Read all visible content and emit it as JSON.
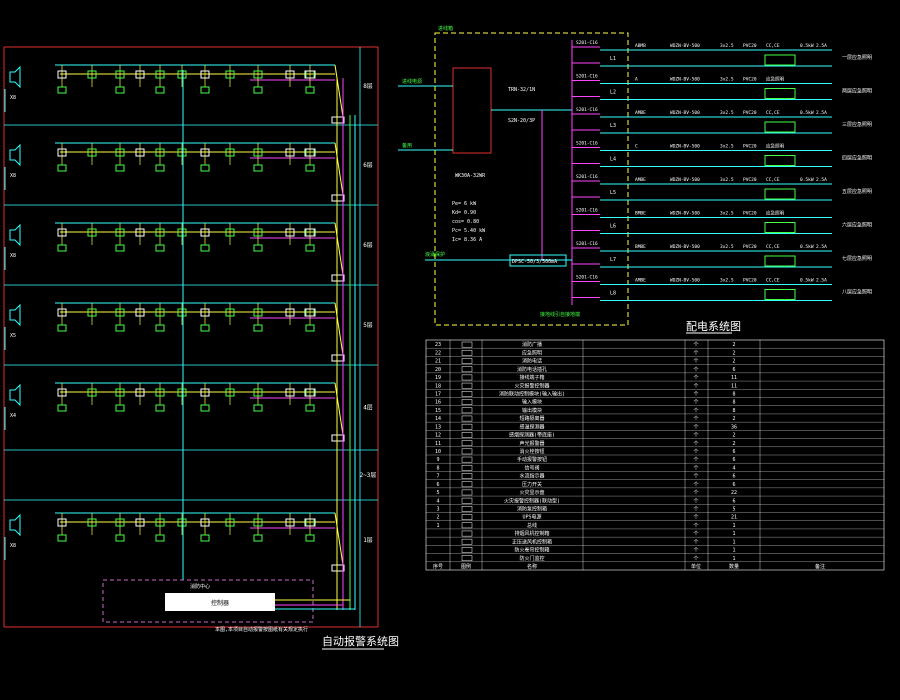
{
  "titles": {
    "alarm_system": "自动报警系统图",
    "power_system": "配电系统图",
    "footer_note": "本图,本项目自动报警按图纸有关规定执行"
  },
  "colors": {
    "background": "#000000",
    "frame": "#e03030",
    "bus": "#33ffff",
    "module": "#44ff44",
    "yellow": "#ffff44",
    "magenta": "#ff44ff",
    "white": "#ffffff",
    "dash": "#cc66cc"
  },
  "alarm": {
    "floor_labels": [
      "8层",
      "6层",
      "6层",
      "5层",
      "4层",
      "2~3层",
      "1层"
    ],
    "speaker_labels": [
      "X8",
      "X8",
      "X8",
      "X5",
      "X4",
      "",
      "X8"
    ],
    "host_label": "控制器",
    "bottom_label": "消防中心"
  },
  "panel": {
    "header_label": "进线箱",
    "model": "WK30A-32WR",
    "params": [
      "Pe= 6 kW",
      "Kd= 0.90",
      "cos= 0.80",
      "Pc= 5.40 kW",
      "Ic= 8.36 A"
    ],
    "inputs": [
      "进线电源",
      "备用"
    ],
    "main_breaker": "TRN-32/1N",
    "main_breaker_spec": "S2N-20/3P",
    "spd": "DPSC-50/3/500mA",
    "spd_note": "浪涌保护",
    "bottom_note": "接地线引自接地端",
    "breaker_label": "S201-C16"
  },
  "circuits": [
    {
      "id": "L1",
      "a": "ABMB",
      "b": "WDZN-BV-500",
      "c": "3x2.5",
      "d": "PVC20",
      "e": "CC,CE",
      "f": "0.5kW",
      "g": "2.5A",
      "dest": "一层应急照明"
    },
    {
      "id": "L2",
      "a": "A",
      "b": "WDZN-BV-500",
      "c": "3x2.5",
      "d": "PVC20",
      "e": "应急照明",
      "f": "",
      "g": "",
      "dest": "两层应急照明"
    },
    {
      "id": "L3",
      "a": "AMBE",
      "b": "WDZN-BV-500",
      "c": "3x2.5",
      "d": "PVC20",
      "e": "CC,CE",
      "f": "0.5kW",
      "g": "2.5A",
      "dest": "三层应急照明"
    },
    {
      "id": "L4",
      "a": "C",
      "b": "WDZN-BV-500",
      "c": "3x2.5",
      "d": "PVC20",
      "e": "应急照明",
      "f": "",
      "g": "",
      "dest": "四层应急照明"
    },
    {
      "id": "L5",
      "a": "AMBE",
      "b": "WDZN-BV-500",
      "c": "3x2.5",
      "d": "PVC20",
      "e": "CC,CE",
      "f": "0.5kW",
      "g": "2.5A",
      "dest": "五层应急照明"
    },
    {
      "id": "L6",
      "a": "BMBE",
      "b": "WDZN-BV-500",
      "c": "3x2.5",
      "d": "PVC20",
      "e": "应急照明",
      "f": "",
      "g": "",
      "dest": "六层应急照明"
    },
    {
      "id": "L7",
      "a": "BMBE",
      "b": "WDZN-BV-500",
      "c": "3x2.5",
      "d": "PVC20",
      "e": "CC,CE",
      "f": "0.5kW",
      "g": "2.5A",
      "dest": "七层应急照明"
    },
    {
      "id": "L8",
      "a": "AMBE",
      "b": "WDZN-BV-500",
      "c": "3x2.5",
      "d": "PVC20",
      "e": "CC,CE",
      "f": "0.5kW",
      "g": "2.5A",
      "dest": "八层应急照明"
    }
  ],
  "legend": {
    "header": [
      "序号",
      "图例",
      "名称",
      "",
      "单位",
      "数量",
      "备注"
    ],
    "rows": [
      {
        "n": "23",
        "name": "消防广播",
        "unit": "个",
        "qty": "2"
      },
      {
        "n": "22",
        "name": "应急照明",
        "unit": "个",
        "qty": "2"
      },
      {
        "n": "21",
        "name": "消防电话",
        "unit": "个",
        "qty": "2"
      },
      {
        "n": "20",
        "name": "消防电话插孔",
        "unit": "个",
        "qty": "6"
      },
      {
        "n": "19",
        "name": "接线端子箱",
        "unit": "个",
        "qty": "11"
      },
      {
        "n": "18",
        "name": "火灾报警控制器",
        "unit": "个",
        "qty": "11"
      },
      {
        "n": "17",
        "name": "消防联动控制模块(输入输出)",
        "unit": "个",
        "qty": "8"
      },
      {
        "n": "16",
        "name": "输入模块",
        "unit": "个",
        "qty": "8"
      },
      {
        "n": "15",
        "name": "输出模块",
        "unit": "个",
        "qty": "8"
      },
      {
        "n": "14",
        "name": "短路隔离器",
        "unit": "个",
        "qty": "2"
      },
      {
        "n": "13",
        "name": "感温探测器",
        "unit": "个",
        "qty": "36"
      },
      {
        "n": "12",
        "name": "感烟探测器(带底座)",
        "unit": "个",
        "qty": "2"
      },
      {
        "n": "11",
        "name": "声光报警器",
        "unit": "个",
        "qty": "2"
      },
      {
        "n": "10",
        "name": "消火栓按钮",
        "unit": "个",
        "qty": "6"
      },
      {
        "n": "9",
        "name": "手动报警按钮",
        "unit": "个",
        "qty": "6"
      },
      {
        "n": "8",
        "name": "信号阀",
        "unit": "个",
        "qty": "4"
      },
      {
        "n": "7",
        "name": "水流指示器",
        "unit": "个",
        "qty": "6"
      },
      {
        "n": "6",
        "name": "压力开关",
        "unit": "个",
        "qty": "6"
      },
      {
        "n": "5",
        "name": "火灾显示盘",
        "unit": "个",
        "qty": "22"
      },
      {
        "n": "4",
        "name": "火灾报警控制器(联动型)",
        "unit": "个",
        "qty": "6"
      },
      {
        "n": "3",
        "name": "消防泵控制箱",
        "unit": "个",
        "qty": "5"
      },
      {
        "n": "2",
        "name": "UPS电源",
        "unit": "个",
        "qty": "21"
      },
      {
        "n": "1",
        "name": "总线",
        "unit": "个",
        "qty": "1"
      },
      {
        "n": "",
        "name": "排烟风机控制箱",
        "unit": "个",
        "qty": "1"
      },
      {
        "n": "",
        "name": "正压送风机控制箱",
        "unit": "个",
        "qty": "1"
      },
      {
        "n": "",
        "name": "防火卷帘控制箱",
        "unit": "个",
        "qty": "1"
      },
      {
        "n": "",
        "name": "防火门监控",
        "unit": "个",
        "qty": "1"
      }
    ]
  }
}
